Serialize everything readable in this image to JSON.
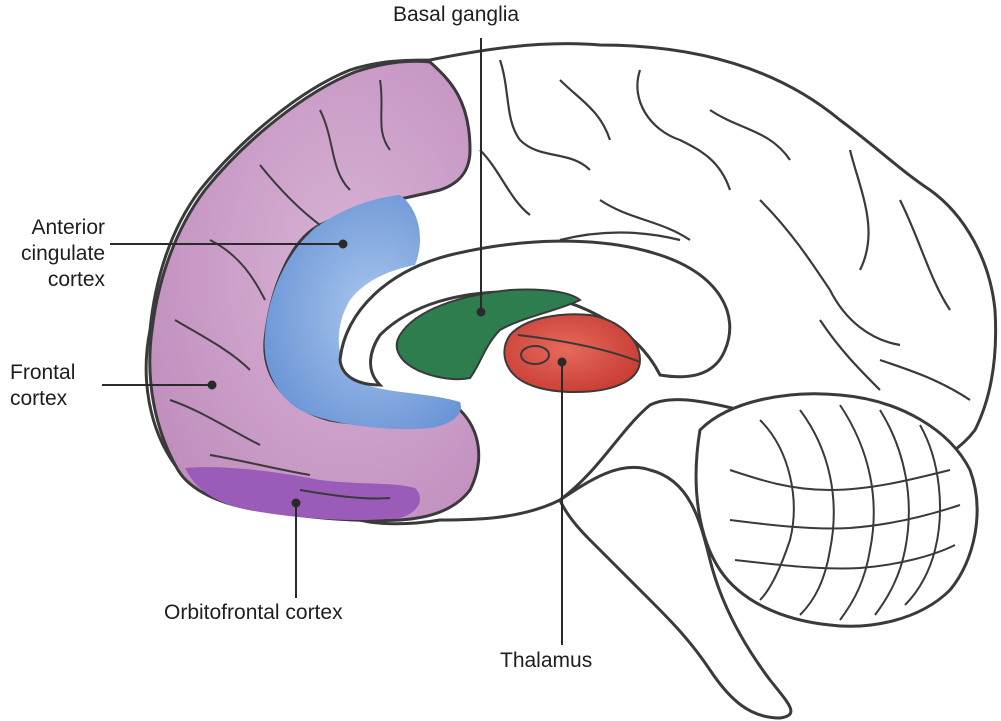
{
  "labels": {
    "basal_ganglia": "Basal ganglia",
    "anterior_cingulate": [
      "Anterior",
      "cingulate",
      "cortex"
    ],
    "frontal": [
      "Frontal",
      "cortex"
    ],
    "orbitofrontal": "Orbitofrontal cortex",
    "thalamus": "Thalamus"
  },
  "colors": {
    "frontal_cortex": "#c79ac4",
    "anterior_cingulate_cortex": "#7fa7dd",
    "orbitofrontal_cortex": "#9a5cb8",
    "basal_ganglia": "#2e7d4f",
    "thalamus": "#d2473c",
    "outline": "#3a3a3a"
  }
}
